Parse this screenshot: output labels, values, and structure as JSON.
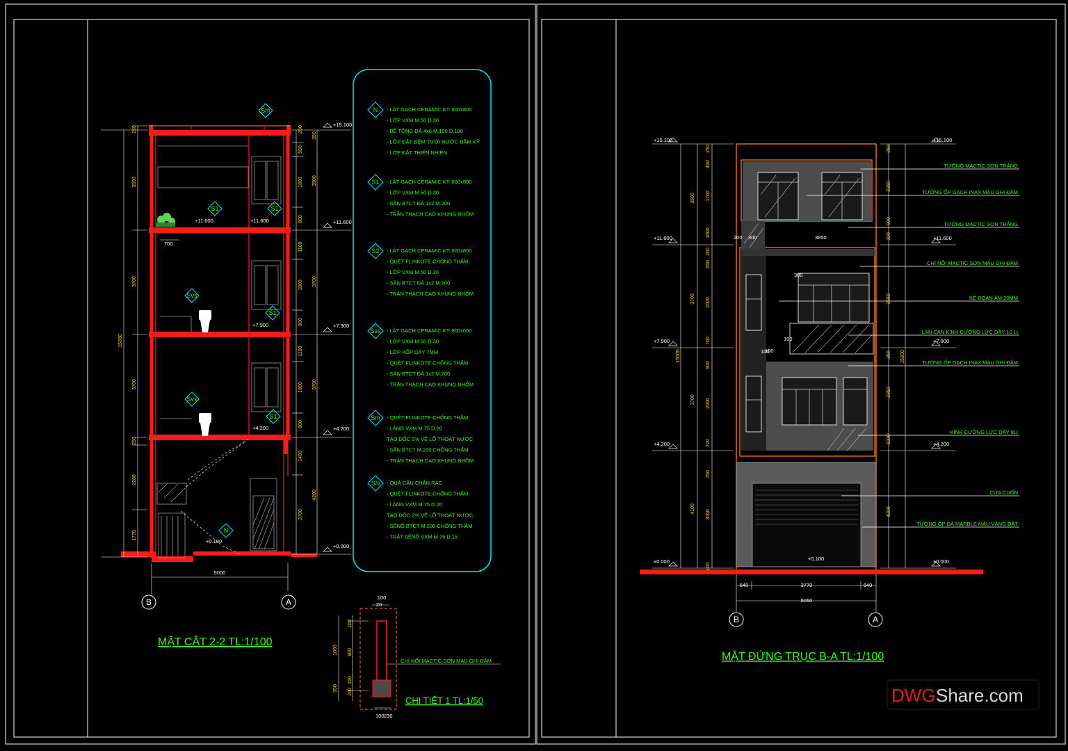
{
  "watermark": {
    "part1": "DWG",
    "part2": "Share.com"
  },
  "section": {
    "title": "MẶT CẮT 2-2  TL:1/100",
    "axes": {
      "left": "B",
      "right": "A"
    },
    "width_dim": "5000",
    "levels": [
      "+15.100",
      "+11.600",
      "+7.900",
      "+4.200",
      "+0.000"
    ],
    "inner_levels": [
      "+11.600",
      "+11.600",
      "+7.900",
      "+4.200",
      "+0.100"
    ],
    "dims_left": [
      "250",
      "3500",
      "3700",
      "3700",
      "250",
      "2280",
      "1770"
    ],
    "dims_total": "15350",
    "dims_right": [
      "250",
      "550",
      "1800",
      "800",
      "1100",
      "1800",
      "800",
      "1100",
      "1800",
      "800",
      "1400",
      "2700"
    ],
    "dims_right2": [
      "350",
      "3500",
      "3700",
      "3700",
      "4200"
    ],
    "dim_700": "700",
    "tags": [
      "Sm",
      "S1",
      "S1",
      "Svs",
      "S1",
      "Svs",
      "S1",
      "N"
    ]
  },
  "legend": {
    "groups": [
      {
        "tag": "N",
        "lines": [
          "- LÁT GẠCH CERAMIC KT: 800x800",
          "- LỚP VXM M.50 D.30",
          "- BÊ TÔNG ĐÁ 4x6 M.100 D.100",
          "- LỚP ĐẤT ĐỆM TƯỚI NƯỚC ĐẦM KỸ",
          "- LỚP ĐẤT THIÊN NHIÊN"
        ]
      },
      {
        "tag": "S1",
        "lines": [
          "- LÁT GẠCH CERAMIC KT: 800x800",
          "- LỚP VXM M.50 D.30",
          "- SÀN BTCT ĐÁ 1x2 M.200",
          "- TRẦN THẠCH CAO KHUNG NHÔM"
        ]
      },
      {
        "tag": "S2",
        "lines": [
          "- LÁT GẠCH CERAMIC KT: 800x800",
          "- QUÉT FLINKOTE CHỐNG THẤM",
          "- LỚP VXM M.50 D.30",
          "- SÀN BTCT ĐÁ 1x2 M.200",
          "- TRẦN THẠCH CAO KHUNG NHÔM"
        ]
      },
      {
        "tag": "Svs",
        "lines": [
          "- LÁT GẠCH CERAMIC KT: 800x600",
          "- LỚP VXM M.50 D.30",
          "- LỚP XỐP DÀY 7MM",
          "- QUÉT FLINKOTE CHỐNG THẤM",
          "- SÀN BTCT ĐÁ 1x2 M.200",
          "- TRẦN THẠCH CAO KHUNG NHÔM"
        ]
      },
      {
        "tag": "Sm",
        "lines": [
          "- QUÉT FLINKOTE CHỐNG THẤM",
          "- LÁNG VXM M.75 D.20",
          "  TẠO DỐC 2% VỀ LỖ THOÁT NƯỚC",
          "- SÀN BTCT M.200 CHỐNG THẤM",
          "- TRẦN THẠCH CAO KHUNG NHÔM"
        ]
      },
      {
        "tag": "SN",
        "lines": [
          "- QUẢ CẦU CHẮN RÁC",
          "- QUÉT FLINKOTE CHỐNG THẤM",
          "- LÁNG VXM M.75 D.20",
          "  TẠO DỐC 2% VỀ LỖ THOÁT NƯỚC",
          "- SÊNÔ BTCT M.200 CHỐNG THẤM",
          "- TRÁT SÊNÔ VXM M.75 D.15"
        ]
      }
    ]
  },
  "detail": {
    "title": "CHI TIẾT 1  TL:1/50",
    "note": "CHỈ NỐI MACTIC SƠN MÀU GHI ĐẬM",
    "dims_top": [
      "100",
      "20"
    ],
    "dims_left": [
      "100",
      "900",
      "1000",
      "150",
      "200",
      "350"
    ],
    "dims_bottom": [
      "100",
      "230"
    ]
  },
  "elevation": {
    "title": "MẶT ĐỨNG TRỤC B-A  TL:1/100",
    "axes": {
      "left": "B",
      "right": "A"
    },
    "levels_left": [
      "+15.100",
      "+11.600",
      "+7.900",
      "+4.200",
      "±0.000"
    ],
    "levels_right": [
      "+15.100",
      "+11.600",
      "+7.900",
      "+4.200",
      "±0.000"
    ],
    "inner_level": "+0.100",
    "dims_bottom": [
      "640",
      "3770",
      "640"
    ],
    "dims_total_bottom": "5050",
    "dims_left": [
      "3500",
      "3700",
      "3700",
      "4100"
    ],
    "dims_left_total": "15000",
    "dims_left2": [
      "250",
      "450",
      "1700",
      "1000",
      "200",
      "650",
      "2000",
      "900",
      "700",
      "2000",
      "700",
      "750",
      "3000",
      "100"
    ],
    "dims_right": [
      "250",
      "2350",
      "900",
      "100",
      "3650",
      "350",
      "2350",
      "1000",
      "4200"
    ],
    "dims_right_total": "15300",
    "dims_inner": [
      "200",
      "300",
      "3850",
      "100",
      "300",
      "100",
      "100"
    ],
    "notes": [
      "TƯỜNG MACTIC SƠN TRẮNG",
      "TƯỜNG ỐP GẠCH INAX MÀU GHI ĐẬM",
      "TƯỜNG MACTIC SƠN TRẮNG",
      "CHỈ NỐI MACTIC SƠN MÀU GHI ĐẬM",
      "KẺ ROAN ÂM 20MM",
      "LAN CAN KÍNH CƯỜNG LỰC DÀY 10 LI",
      "TƯỜNG ỐP GẠCH INAX MÀU GHI ĐẬM",
      "KÍNH CƯỜNG LỰC DÀY 8LI",
      "CỬA CUỐN",
      "TƯỜNG ỐP ĐÁ MARBLE MÀU VÀNG ĐẤT"
    ]
  },
  "colors": {
    "background": "#000000",
    "frame": "#ffffff",
    "slab": "#ff1a1a",
    "note": "#39ff14",
    "dim": "#ffd800",
    "cyan": "#00e5ff",
    "wall": "#ff7a1a"
  }
}
